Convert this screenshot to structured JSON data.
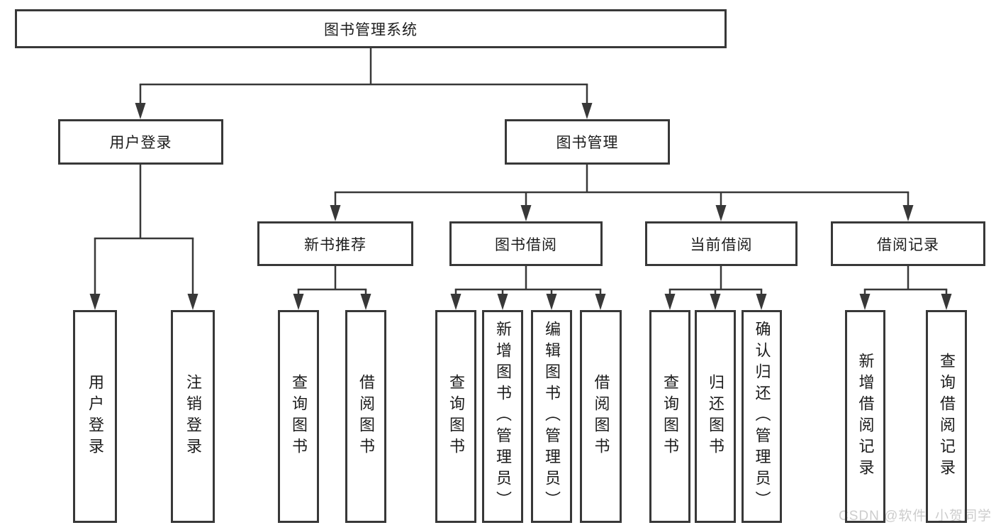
{
  "colors": {
    "line": "#383838",
    "box_border": "#383838",
    "box_background": "#ffffff",
    "text": "#1c1c1c",
    "watermark_gray": "#c9c9c9"
  },
  "nodes": {
    "root": "图书管理系统",
    "userLogin": "用户登录",
    "bookMgmt": "图书管理",
    "newBookRec": "新书推荐",
    "bookBorrow": "图书借阅",
    "currentBorrow": "当前借阅",
    "borrowRecords": "借阅记录",
    "leafUserLogin": "用户登录",
    "leafLogout": "注销登录",
    "nbQuery": "查询图书",
    "nbBorrow": "借阅图书",
    "bbQuery": "查询图书",
    "bbAdd": "新增图书（管理员）",
    "bbEdit": "编辑图书（管理员）",
    "bbBorrow": "借阅图书",
    "cbQuery": "查询图书",
    "cbReturn": "归还图书",
    "cbConfirm": "确认归还（管理员）",
    "brAdd": "新增借阅记录",
    "brQuery": "查询借阅记录"
  },
  "watermark": "CSDN @软件_小贺同学"
}
